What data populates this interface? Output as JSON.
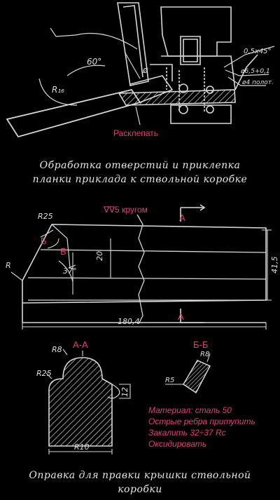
{
  "top_assembly": {
    "label_rasklepat": "Расклепать",
    "angle_upper": "60°",
    "angle_mid": "ø",
    "dim_radius": "R₁₆",
    "chamfer": "0,5x45°",
    "dim_hole_a": "ø6,5+0,1",
    "dim_hole_b": "ø4 полот."
  },
  "caption_top": [
    "Обработка отверстий и приклепка",
    "планки приклада к ствольной коробке"
  ],
  "plan_view": {
    "surface_mark": "∇∇5 кругом",
    "radius_top": "R25",
    "section_letter_b_upper": "Б",
    "section_letter_b_lower": "Б",
    "dim_small": "20",
    "angle": "37°",
    "radius_left": "R",
    "section_a_upper": "А",
    "section_a_lower": "А",
    "dim_height": "41,5",
    "dim_length": "180,4"
  },
  "section_aa": {
    "title": "А-А",
    "radius_top": "R8",
    "radius_side": "R25",
    "dim_right": "12",
    "dim_width": "R10"
  },
  "section_bb": {
    "title": "Б-Б",
    "dim_top": "R8",
    "dim_left": "R5"
  },
  "notes": [
    "Материал: сталь 50",
    "Острые ребра притупить",
    "Закалить 32÷37 Rc",
    "Оксидировать"
  ],
  "caption_bottom": [
    "Оправка для правки крышки ствольной",
    "коробки"
  ]
}
